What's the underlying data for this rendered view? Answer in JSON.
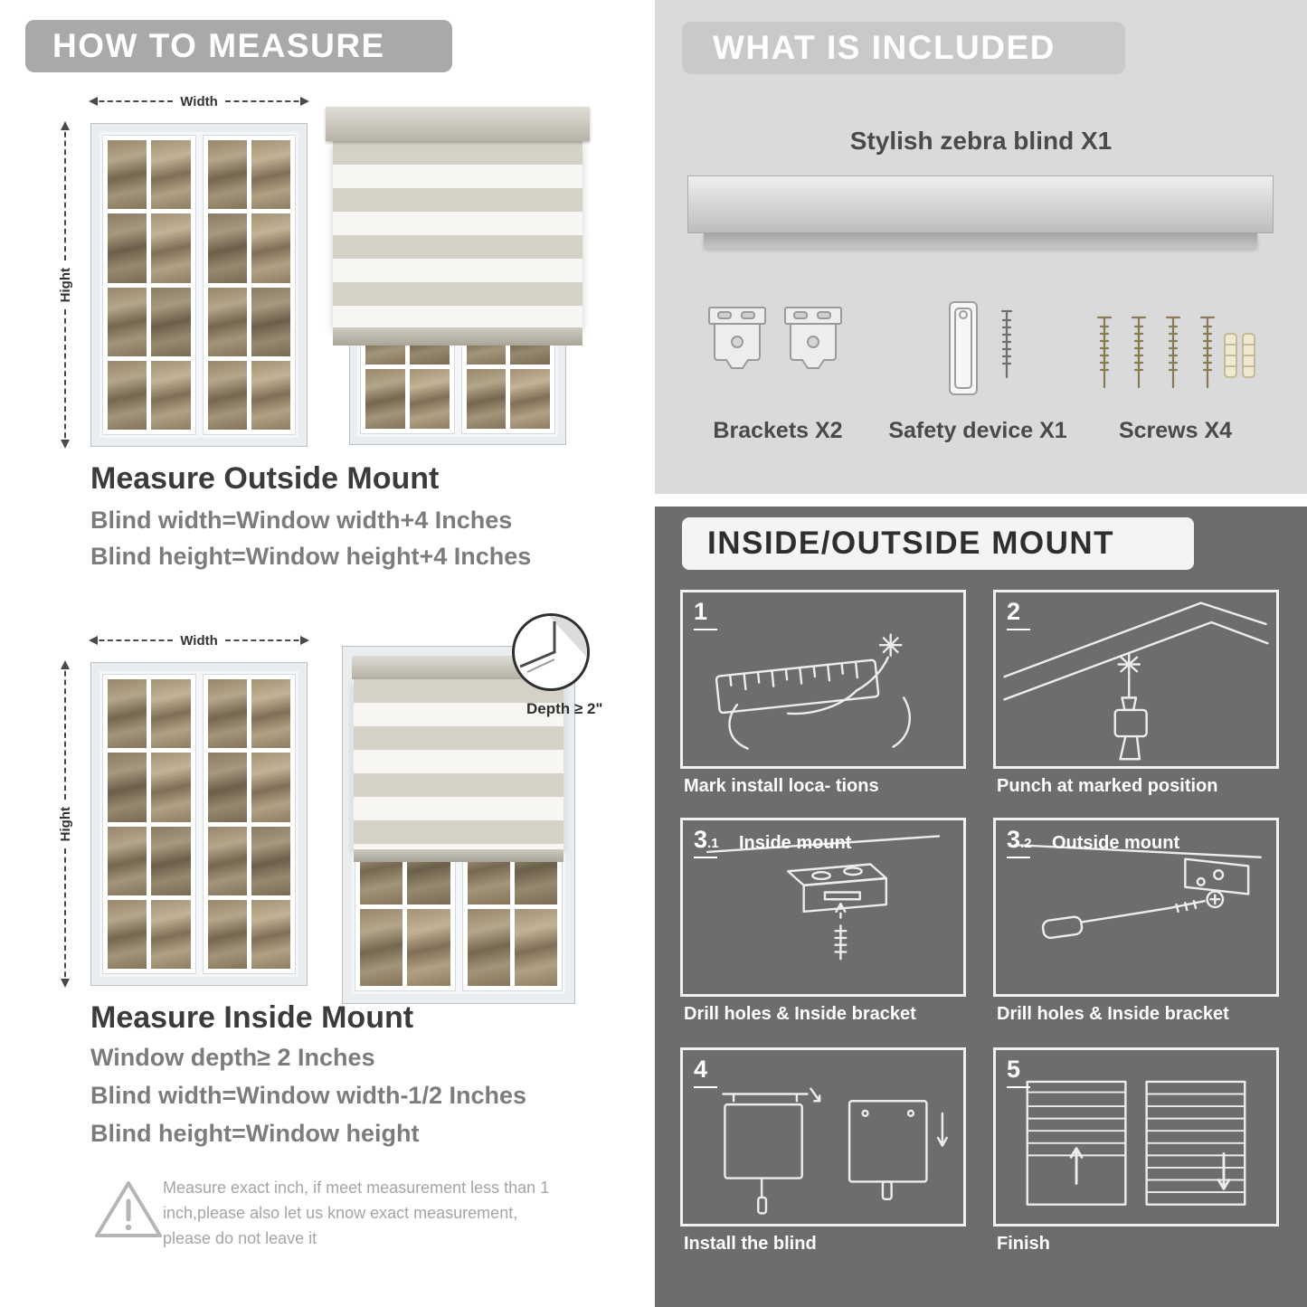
{
  "colors": {
    "banner_gray": "#a9a9a9",
    "light_section": "#dadada",
    "dark_section": "#6d6d6d"
  },
  "left": {
    "banner": "HOW TO MEASURE",
    "outside": {
      "width_label": "Width",
      "height_label": "Hight",
      "title": "Measure Outside Mount",
      "lines": [
        "Blind width=Window width+4 Inches",
        "Blind height=Window height+4 Inches"
      ]
    },
    "inside": {
      "width_label": "Width",
      "height_label": "Hight",
      "depth_callout": "Depth ≥ 2\"",
      "title": "Measure Inside Mount",
      "lines": [
        "Window depth≥ 2 Inches",
        "Blind width=Window width-1/2 Inches",
        "Blind height=Window height"
      ]
    },
    "note": "Measure exact inch, if meet measurement less than 1 inch,please also let us know exact measurement, please do not leave it"
  },
  "right": {
    "included": {
      "banner": "WHAT IS INCLUDED",
      "product": "Stylish zebra blind X1",
      "items": [
        {
          "label": "Brackets X2"
        },
        {
          "label": "Safety device X1"
        },
        {
          "label": "Screws X4"
        }
      ]
    },
    "mount": {
      "banner": "INSIDE/OUTSIDE MOUNT",
      "steps": [
        {
          "num": "1",
          "sub": "",
          "title": "",
          "caption": "Mark install loca- tions"
        },
        {
          "num": "2",
          "sub": "",
          "title": "",
          "caption": "Punch at marked position"
        },
        {
          "num": "3",
          "sub": ".1",
          "title": "Inside mount",
          "caption": "Drill holes & Inside bracket"
        },
        {
          "num": "3",
          "sub": ".2",
          "title": "Outside mount",
          "caption": "Drill holes & Inside bracket"
        },
        {
          "num": "4",
          "sub": "",
          "title": "",
          "caption": "Install the blind"
        },
        {
          "num": "5",
          "sub": "",
          "title": "",
          "caption": "Finish"
        }
      ]
    }
  }
}
